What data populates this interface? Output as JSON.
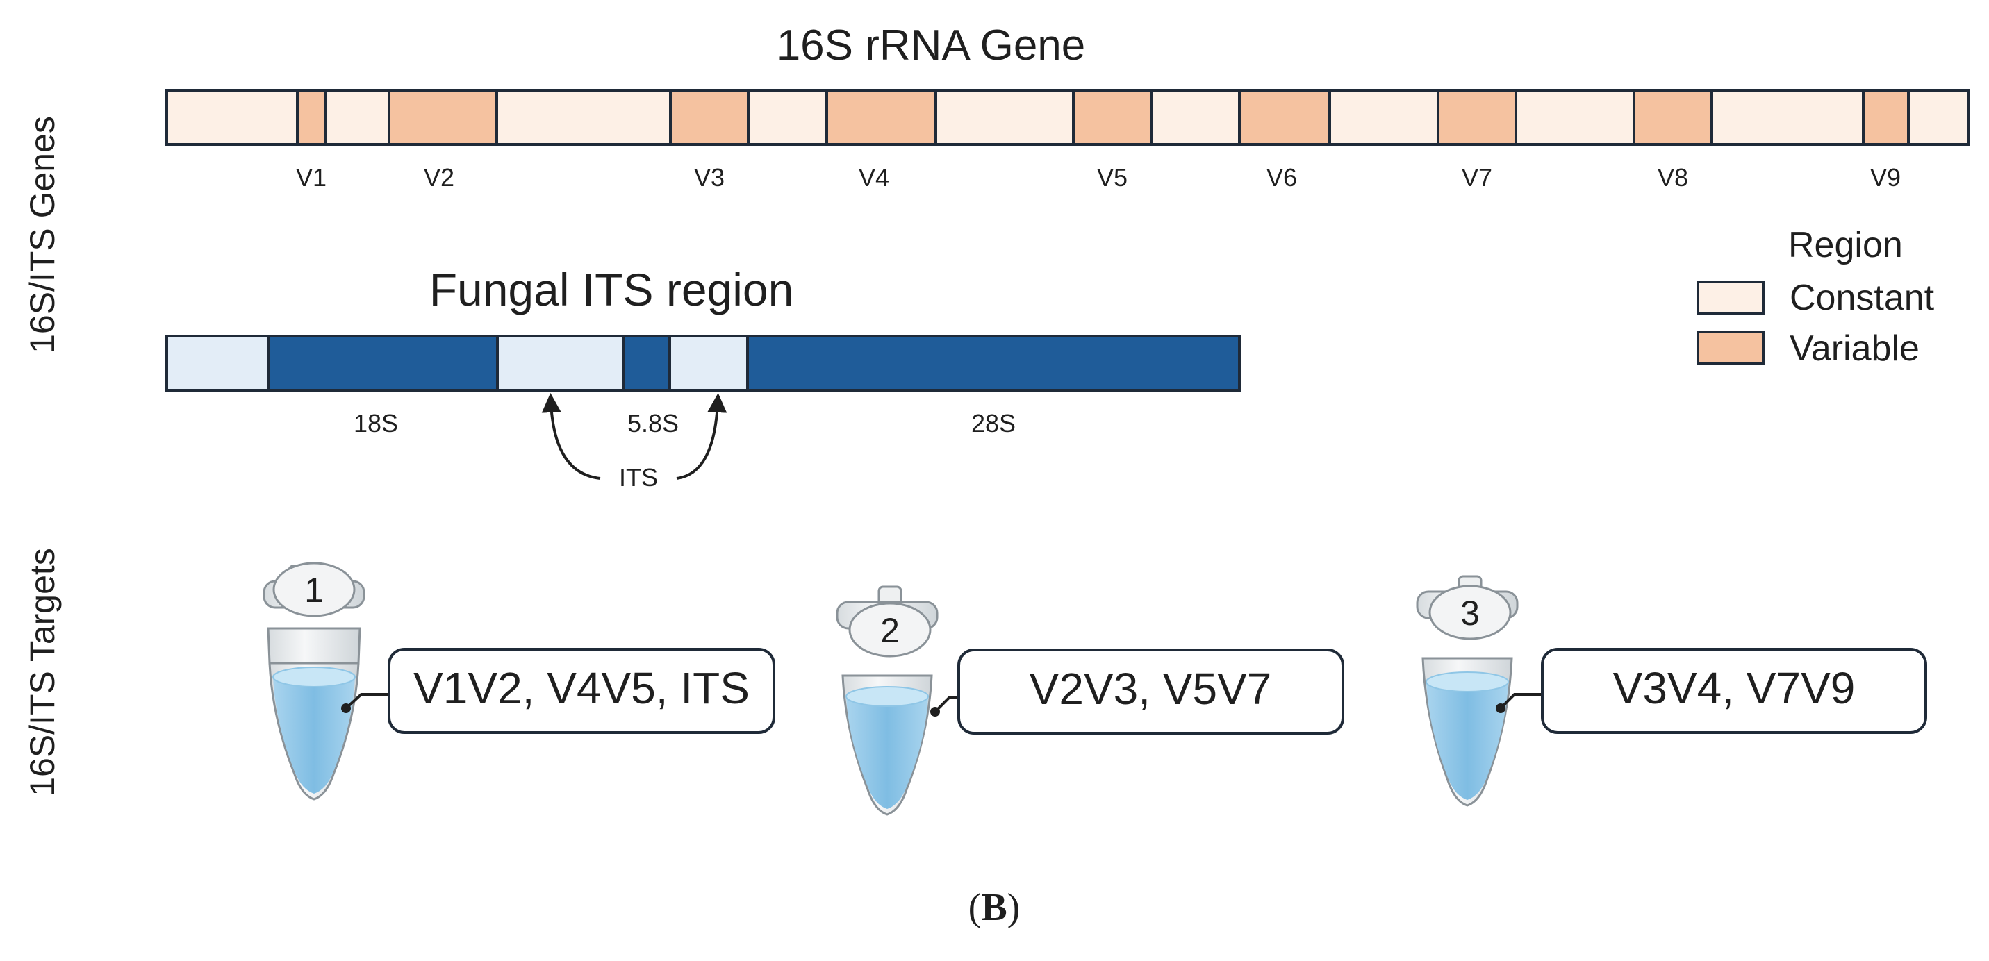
{
  "figure": {
    "panel_label_open": "(",
    "panel_label_letter": "B",
    "panel_label_close": ")"
  },
  "side_labels": {
    "genes": "16S/ITS Genes",
    "targets": "16S/ITS Targets"
  },
  "rrna_16s": {
    "title": "16S rRNA Gene",
    "variable_labels": [
      "V1",
      "V2",
      "V3",
      "V4",
      "V5",
      "V6",
      "V7",
      "V8",
      "V9"
    ]
  },
  "legend": {
    "title": "Region",
    "items": [
      {
        "label": "Constant",
        "color": "#fdf0e6"
      },
      {
        "label": "Variable",
        "color": "#f5c2a0"
      }
    ]
  },
  "fungal_its": {
    "title": "Fungal ITS region",
    "labels": {
      "s18": "18S",
      "s58": "5.8S",
      "s28": "28S",
      "its": "ITS"
    },
    "colors": {
      "dark": "#1f5c99",
      "light": "#e3edf7"
    }
  },
  "tubes": [
    {
      "number": "1",
      "targets": "V1V2, V4V5, ITS"
    },
    {
      "number": "2",
      "targets": "V2V3, V5V7"
    },
    {
      "number": "3",
      "targets": "V3V4, V7V9"
    }
  ]
}
